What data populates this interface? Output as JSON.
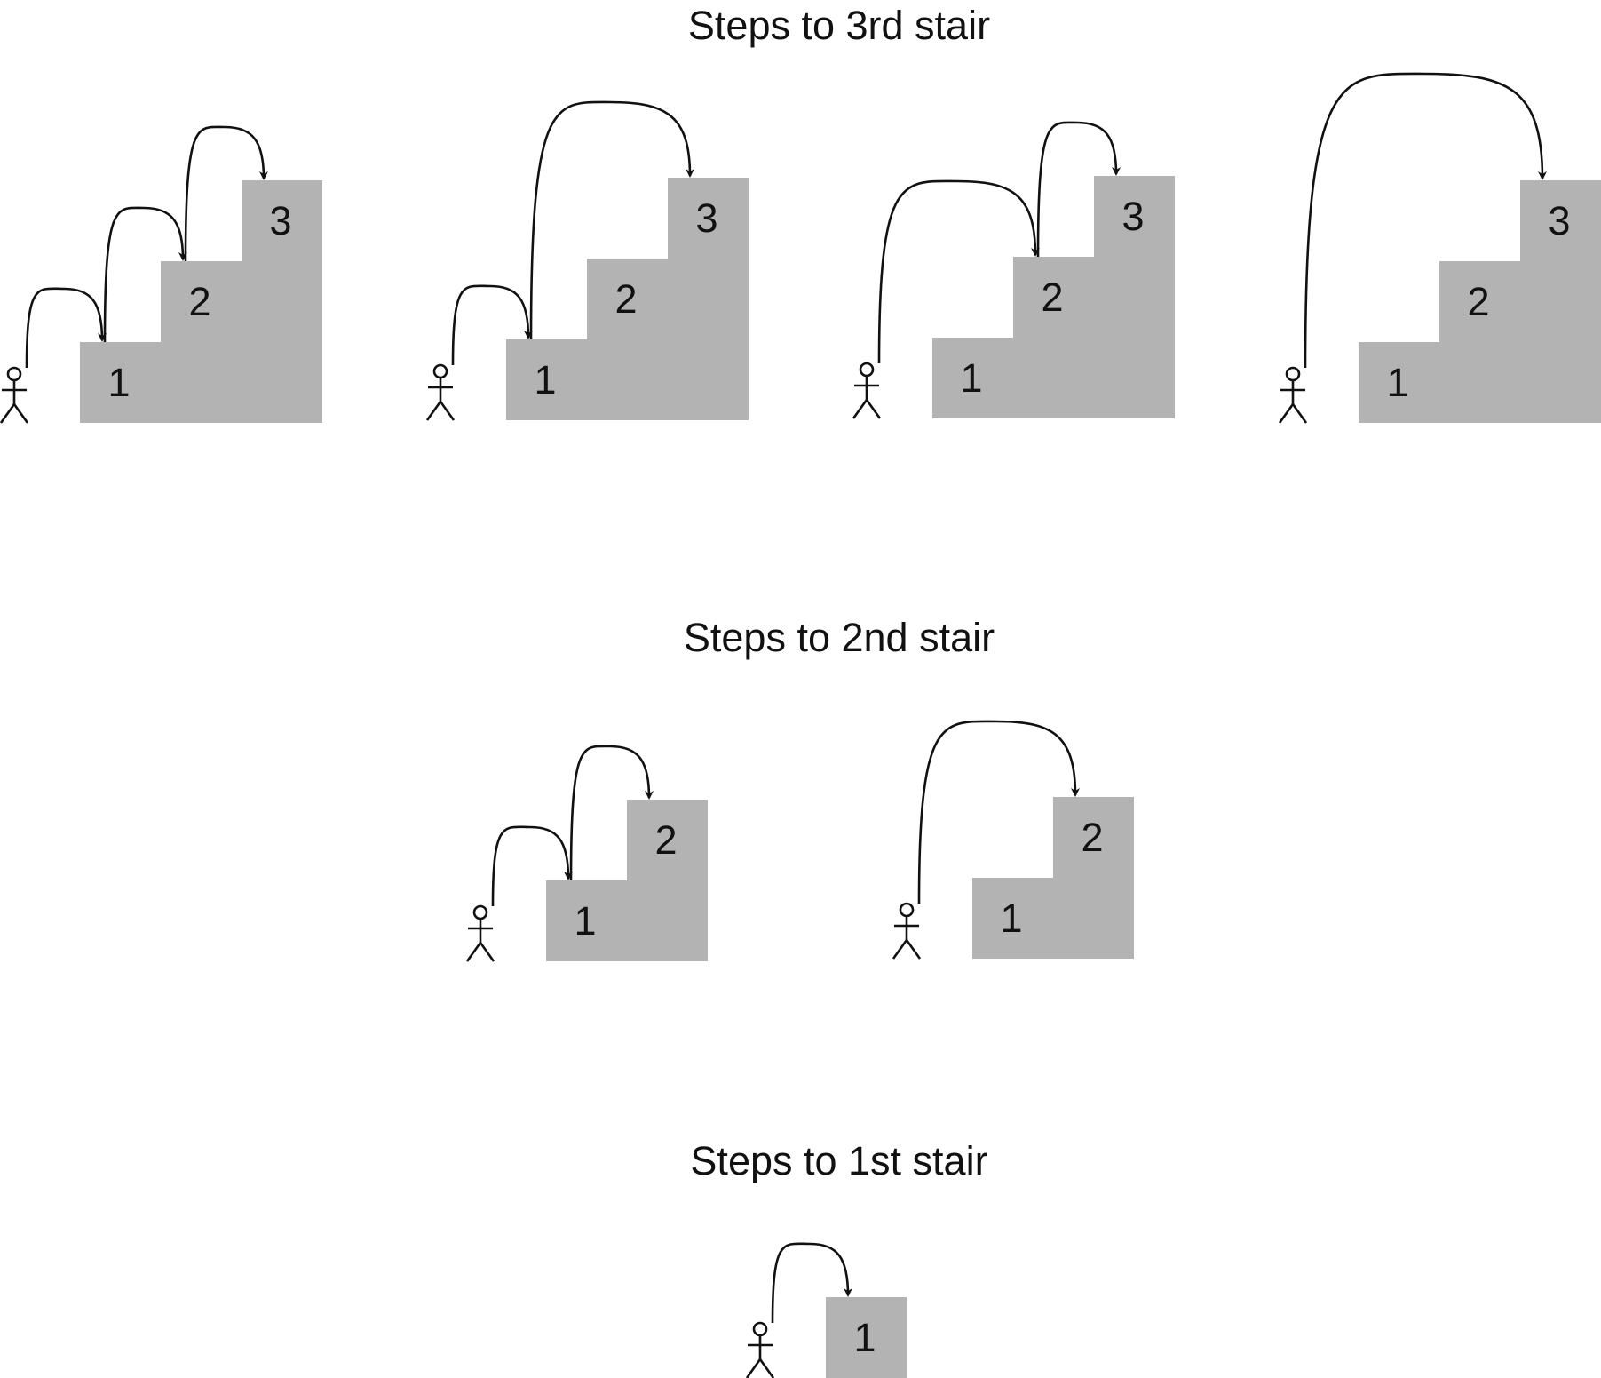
{
  "colors": {
    "stair": "#b3b3b3",
    "stroke": "#111111",
    "background": "#ffffff"
  },
  "sections": [
    {
      "title": "Steps to 3rd stair",
      "stairs": 3,
      "ways": [
        [
          1,
          1,
          1
        ],
        [
          1,
          2
        ],
        [
          2,
          1
        ],
        [
          3
        ]
      ]
    },
    {
      "title": "Steps to 2nd stair",
      "stairs": 2,
      "ways": [
        [
          1,
          1
        ],
        [
          2
        ]
      ]
    },
    {
      "title": "Steps to 1st stair",
      "stairs": 1,
      "ways": [
        [
          1
        ]
      ]
    }
  ],
  "step_labels": [
    "1",
    "2",
    "3"
  ]
}
